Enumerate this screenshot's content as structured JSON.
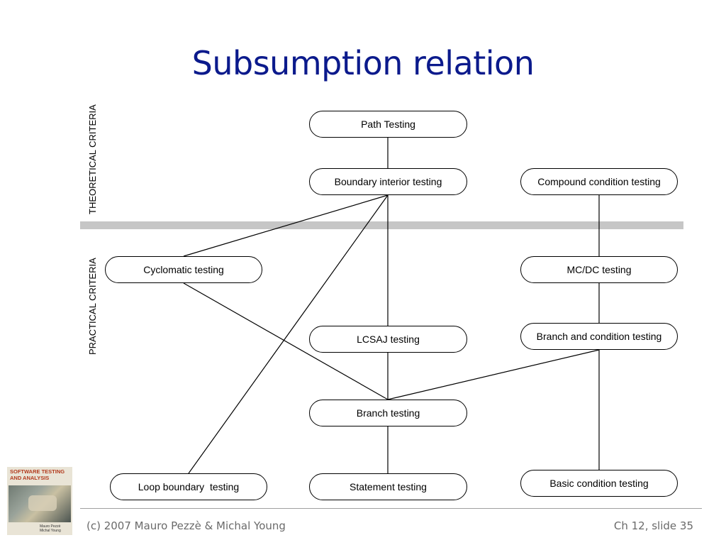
{
  "slide": {
    "title": "Subsumption relation",
    "theoretical_label": "THEORETICAL CRITERIA",
    "practical_label": "PRACTICAL CRITERIA"
  },
  "nodes": {
    "path": "Path Testing",
    "boundary_interior": "Boundary interior testing",
    "compound_condition": "Compound condition testing",
    "cyclomatic": "Cyclomatic testing",
    "mcdc": "MC/DC testing",
    "lcsaj": "LCSAJ testing",
    "branch_condition": "Branch and condition testing",
    "branch": "Branch testing",
    "loop_boundary": "Loop boundary  testing",
    "statement": "Statement testing",
    "basic_condition": "Basic condition testing"
  },
  "book_cover": {
    "title_line1": "SOFTWARE TESTING",
    "title_line2": "AND ANALYSIS",
    "author1": "Mauro Pezzè",
    "author2": "Michal Young"
  },
  "footer": {
    "left": "(c) 2007 Mauro Pezzè & Michal Young",
    "right": "Ch 12, slide 35"
  }
}
